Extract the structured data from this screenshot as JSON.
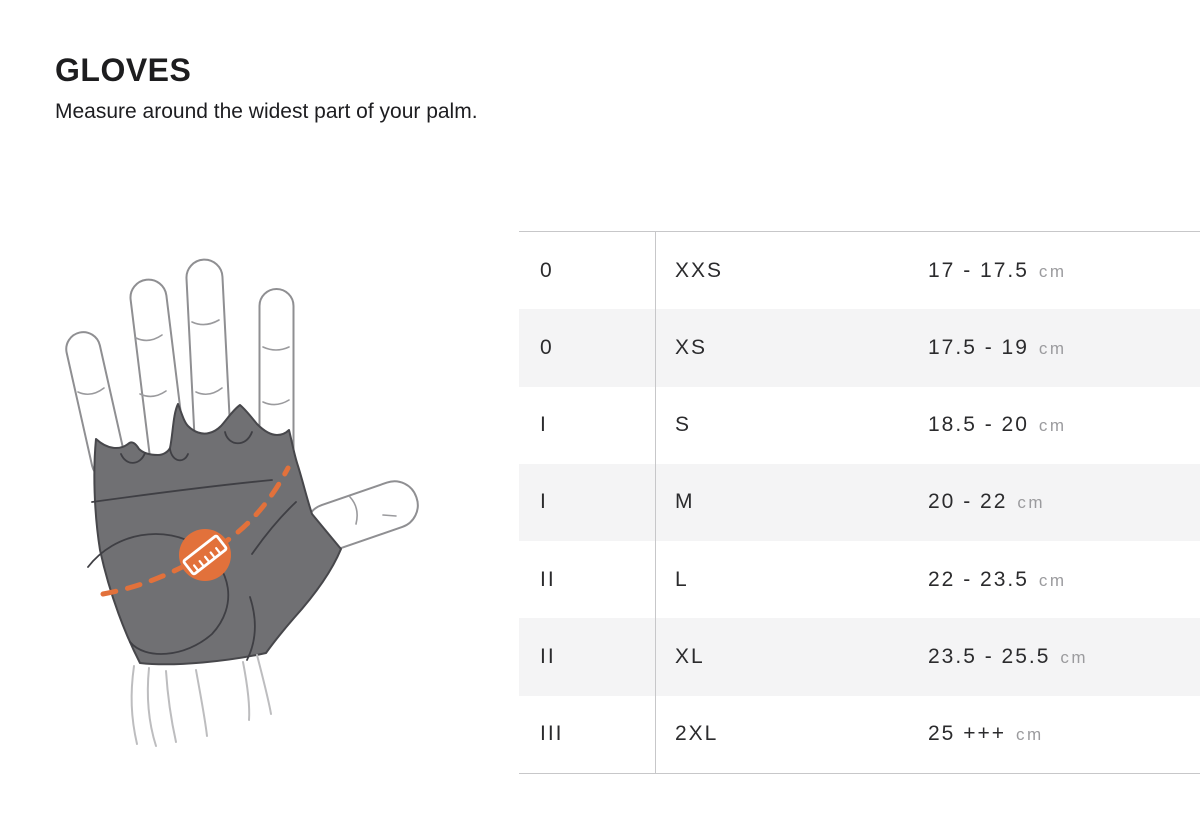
{
  "header": {
    "title": "GLOVES",
    "subtitle": "Measure around the widest part of your palm."
  },
  "illustration": {
    "icon": "ruler-icon",
    "accent_color": "#E2713B",
    "palm_color": "#707073"
  },
  "size_table": {
    "zebra_color": "#F4F4F5",
    "rows": [
      {
        "group": "0",
        "size": "XXS",
        "range": "17 - 17.5",
        "unit": "cm"
      },
      {
        "group": "0",
        "size": "XS",
        "range": "17.5 - 19",
        "unit": "cm"
      },
      {
        "group": "I",
        "size": "S",
        "range": "18.5 - 20",
        "unit": "cm"
      },
      {
        "group": "I",
        "size": "M",
        "range": "20 - 22",
        "unit": "cm"
      },
      {
        "group": "II",
        "size": "L",
        "range": "22 - 23.5",
        "unit": "cm"
      },
      {
        "group": "II",
        "size": "XL",
        "range": "23.5 - 25.5",
        "unit": "cm"
      },
      {
        "group": "III",
        "size": "2XL",
        "range": "25 +++",
        "unit": "cm"
      }
    ]
  }
}
